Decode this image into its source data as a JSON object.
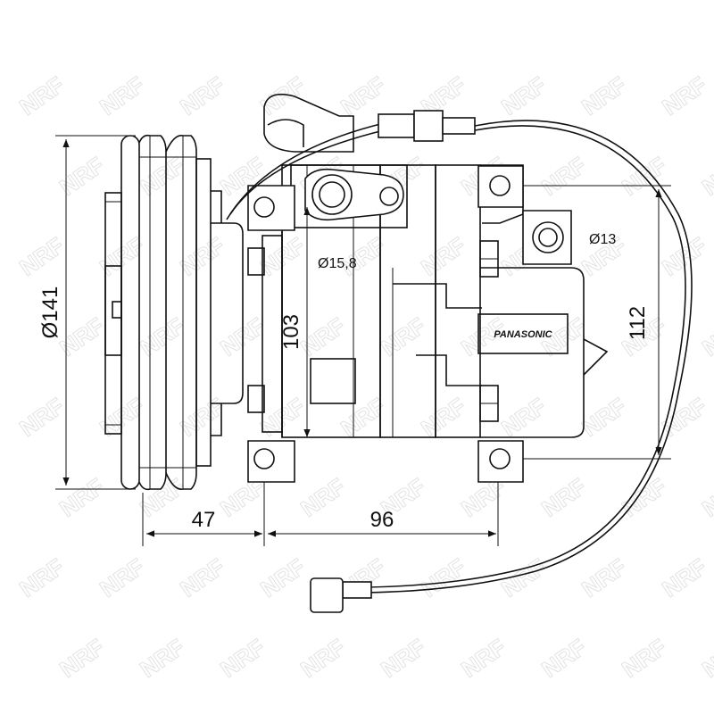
{
  "watermark": {
    "text": "NRF",
    "color": "#e3e3e3"
  },
  "brand_label": "PANASONIC",
  "dimensions": {
    "pulley_diameter": "Ø141",
    "clutch_offset": "47",
    "mount_spacing": "96",
    "body_height": "103",
    "mount_height": "112",
    "suction_port": "Ø15,8",
    "discharge_port": "Ø13"
  },
  "colors": {
    "line": "#111111",
    "background": "#ffffff"
  }
}
